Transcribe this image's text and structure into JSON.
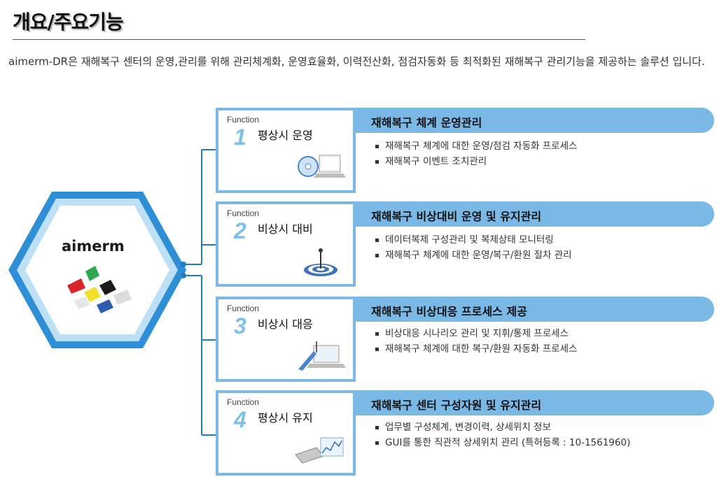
{
  "page": {
    "title": "개요/주요기능",
    "intro": "aimerm-DR은 재해복구 센터의 운영,관리를 위해 관리체계화, 운영효율화, 이력전산화, 점검자동화 등 최적화된 재해복구 관리기능을 제공하는 솔루션 입니다."
  },
  "logo": {
    "text": "aimerm"
  },
  "functions": [
    {
      "label": "Function",
      "number": "1",
      "name": "평상시 운영",
      "band_title": "재해복구 체계 운영관리",
      "bullets": [
        "재해복구 체계에 대한 운영/점검 자동화 프로세스",
        "재해복구 이벤트 조치관리"
      ],
      "icon": "cd-laptop-icon"
    },
    {
      "label": "Function",
      "number": "2",
      "name": "비상시 대비",
      "band_title": "재해복구 비상대비 운영 및 유지관리",
      "bullets": [
        "데이터복제 구성관리 및 복제상태 모니터링",
        "재해복구 체계에 대한 운영/복구/환원 절차 관리"
      ],
      "icon": "target-icon"
    },
    {
      "label": "Function",
      "number": "3",
      "name": "비상시 대응",
      "band_title": "재해복구 비상대응 프로세스 제공",
      "bullets": [
        "비상대응 시나리오 관리 및 지휘/통제 프로세스",
        "재해복구 체계에 대한 복구/환원 자동화 프로세스"
      ],
      "icon": "laptop-pointer-icon"
    },
    {
      "label": "Function",
      "number": "4",
      "name": "평상시 유지",
      "band_title": "재해복구 센터 구성자원 및 유지관리",
      "bullets": [
        "업무별 구성체계, 변경이력, 상세위치 정보",
        "GUI를 통한 직관적 상세위치 관리 (특허등록 : 10-1561960)"
      ],
      "icon": "device-chart-icon"
    }
  ],
  "colors": {
    "accent": "#7ab8e6",
    "hex_outer": "#2f8fd6",
    "connector": "#1f7cc0",
    "number": "#7ec1e8"
  }
}
